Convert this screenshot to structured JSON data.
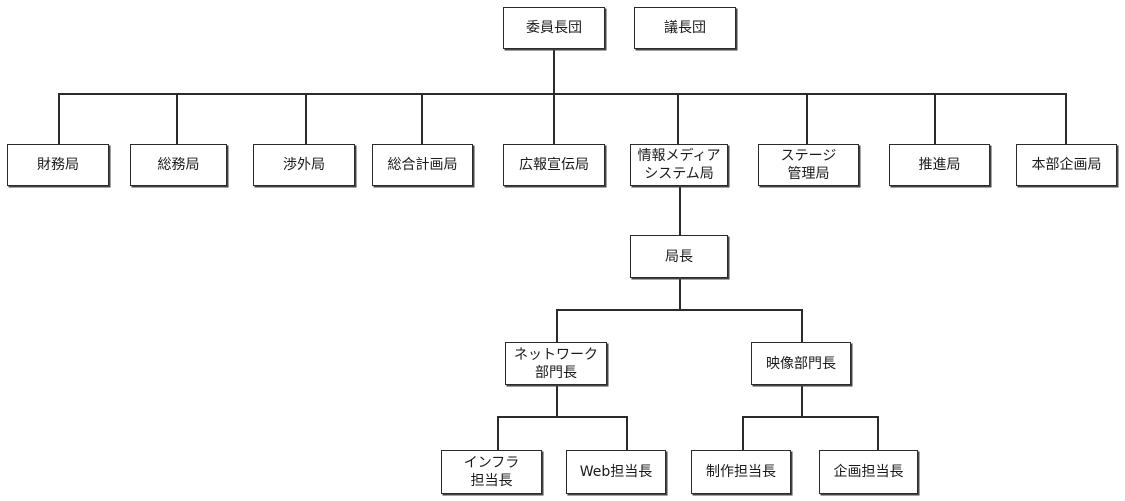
{
  "top": {
    "committee": "委員長団",
    "chairs": "議長団"
  },
  "departments": [
    "財務局",
    "総務局",
    "渉外局",
    "総合計画局",
    "広報宣伝局",
    "情報メディア\nシステム局",
    "ステージ\n管理局",
    "推進局",
    "本部企画局"
  ],
  "bureau_chief": "局長",
  "division_heads": {
    "network": "ネットワーク\n部門長",
    "video": "映像部門長"
  },
  "leads": {
    "infra": "インフラ\n担当長",
    "web": "Web担当長",
    "production": "制作担当長",
    "planning": "企画担当長"
  }
}
